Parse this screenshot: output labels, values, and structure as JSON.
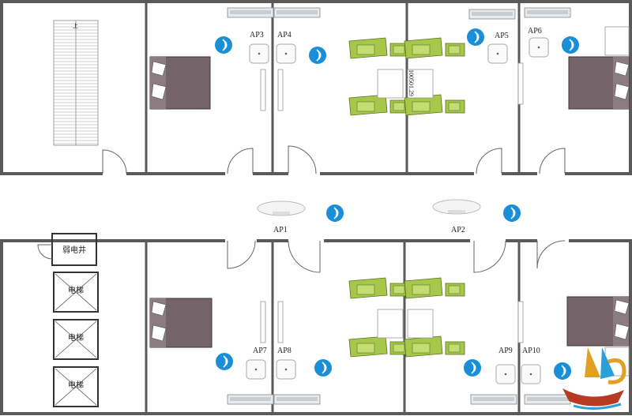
{
  "labels": {
    "ap1": "AP1",
    "ap2": "AP2",
    "ap3": "AP3",
    "ap4": "AP4",
    "ap5": "AP5",
    "ap6": "AP6",
    "ap7": "AP7",
    "ap8": "AP8",
    "ap9": "AP9",
    "ap10": "AP10",
    "weak_well": "弱电井",
    "elevator1": "电梯",
    "elevator2": "电梯",
    "elevator3": "电梯",
    "stair_mark": "上",
    "vertical_code": "100501.29"
  },
  "colors": {
    "wall": "#5a5a5a",
    "bed_frame": "#74646a",
    "pillow": "#ffffff",
    "sofa": "#a6c84a",
    "sofa_dark": "#8aa838",
    "wifi": "#1a8fd8",
    "ac_unit": "#cfd3d8",
    "logo_gold": "#e0a020",
    "logo_blue": "#2aa0d8",
    "logo_red": "#b83a22"
  }
}
